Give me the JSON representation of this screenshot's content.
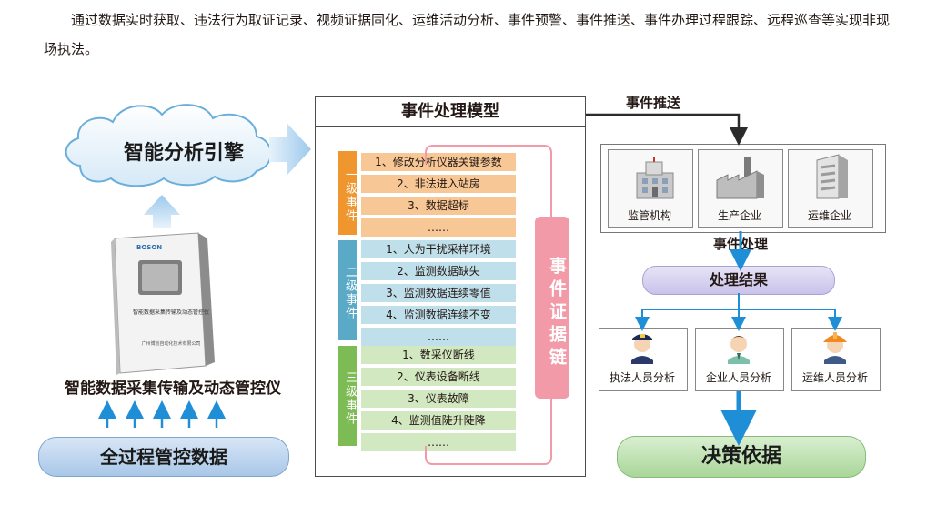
{
  "intro": "通过数据实时获取、违法行为取证记录、视频证据固化、运维活动分析、事件预警、事件推送、事件办理过程跟踪、远程巡查等实现非现场执法。",
  "engine": {
    "label": "智能分析引擎"
  },
  "device": {
    "brand": "BOSON",
    "panel_name": "智能数据采集传输及动态管控仪",
    "company": "广州博创自动化技术有限公司",
    "caption": "智能数据采集传输及动态管控仪"
  },
  "bottom_left": {
    "label": "全过程管控数据"
  },
  "model": {
    "title": "事件处理模型",
    "tiers": [
      {
        "label": "一级事件",
        "color": "#f0962f",
        "items": [
          "1、修改分析仪器关键参数",
          "2、非法进入站房",
          "3、数据超标",
          "……"
        ]
      },
      {
        "label": "二级事件",
        "color": "#5aa9c7",
        "items": [
          "1、人为干扰采样环境",
          "2、监测数据缺失",
          "3、监测数据连续零值",
          "4、监测数据连续不变",
          "……"
        ]
      },
      {
        "label": "三级事件",
        "color": "#7dbb55",
        "items": [
          "1、数采仪断线",
          "2、仪表设备断线",
          "3、仪表故障",
          "4、监测值陡升陡降",
          "……"
        ]
      }
    ],
    "chain": "事件证据链"
  },
  "push": {
    "label": "事件推送"
  },
  "orgs": [
    {
      "label": "监管机构",
      "icon": "government-building-icon"
    },
    {
      "label": "生产企业",
      "icon": "factory-icon"
    },
    {
      "label": "运维企业",
      "icon": "office-building-icon"
    }
  ],
  "handle": {
    "label": "事件处理"
  },
  "result": {
    "label": "处理结果"
  },
  "people": [
    {
      "label": "执法人员分析",
      "icon": "police-officer-icon",
      "hat": "#1d2a55",
      "shirt": "#2b3a6b"
    },
    {
      "label": "企业人员分析",
      "icon": "business-person-icon",
      "hat": "#5a3a1f",
      "shirt": "#7cc0a8"
    },
    {
      "label": "运维人员分析",
      "icon": "maintenance-worker-icon",
      "hat": "#f08a1c",
      "shirt": "#3d5a88"
    }
  ],
  "decision": {
    "label": "决策依据"
  },
  "colors": {
    "arrow_blue": "#1e8fd6",
    "cloud_border": "#6aaedb",
    "chain_pink": "#f29aa8",
    "divider_dark": "#2b2b2b"
  }
}
